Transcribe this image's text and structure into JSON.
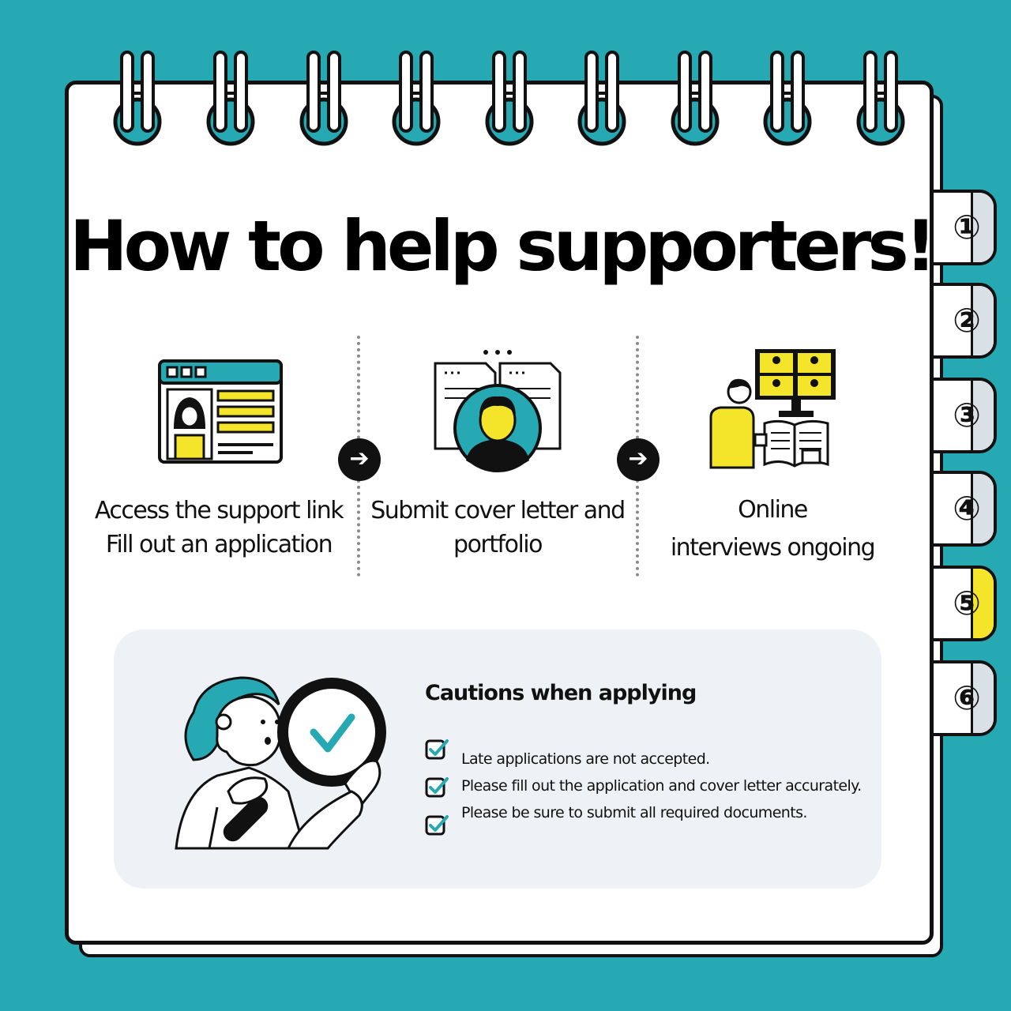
{
  "title": "How to help supporters!",
  "tabs": [
    "①",
    "②",
    "③",
    "④",
    "⑤",
    "⑥"
  ],
  "active_tab": "⑤",
  "steps": [
    {
      "line1": "Access the support link",
      "line2": "Fill out an application",
      "icon": "web-profile-icon"
    },
    {
      "line1": "Submit cover letter and",
      "line2": "portfolio",
      "icon": "document-person-icon"
    },
    {
      "line1": "Online",
      "line2": "interviews ongoing",
      "icon": "video-interview-icon"
    }
  ],
  "arrow_glyph": "➔",
  "cautions": {
    "title": "Cautions when applying",
    "items": [
      "Late applications are not accepted.",
      "Please fill out the application and cover letter accurately.",
      "Please be sure to submit all required documents."
    ]
  },
  "colors": {
    "teal": "#26a9b3",
    "yellow": "#f5e52a",
    "black": "#111111",
    "panel": "#eef1f5"
  }
}
